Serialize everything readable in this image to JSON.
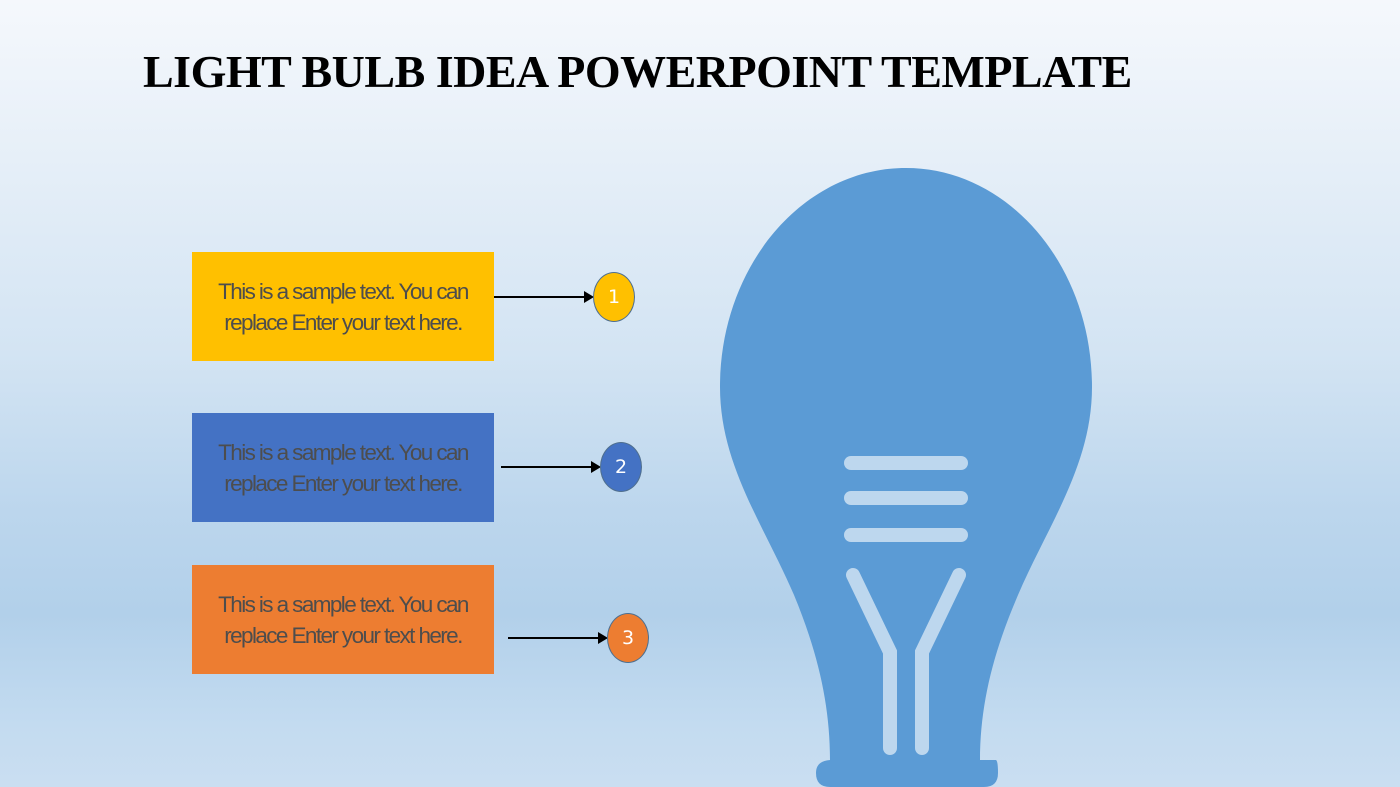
{
  "slide": {
    "title": "LIGHT BULB IDEA POWERPOINT TEMPLATE",
    "colors": {
      "background_top": "#f5f8fc",
      "background_bottom": "#b2d0ea",
      "bulb": "#5b9bd5",
      "filament": "#bdd7ee"
    },
    "items": [
      {
        "number": "1",
        "text": "This is a sample text. You can replace Enter your text here.",
        "color": "#ffc000"
      },
      {
        "number": "2",
        "text": "This is a sample text. You can replace Enter your text here.",
        "color": "#4472c4"
      },
      {
        "number": "3",
        "text": "This is a sample text. You can replace Enter your text here.",
        "color": "#ed7d31"
      }
    ],
    "graphic": {
      "icon": "light-bulb-icon"
    }
  }
}
